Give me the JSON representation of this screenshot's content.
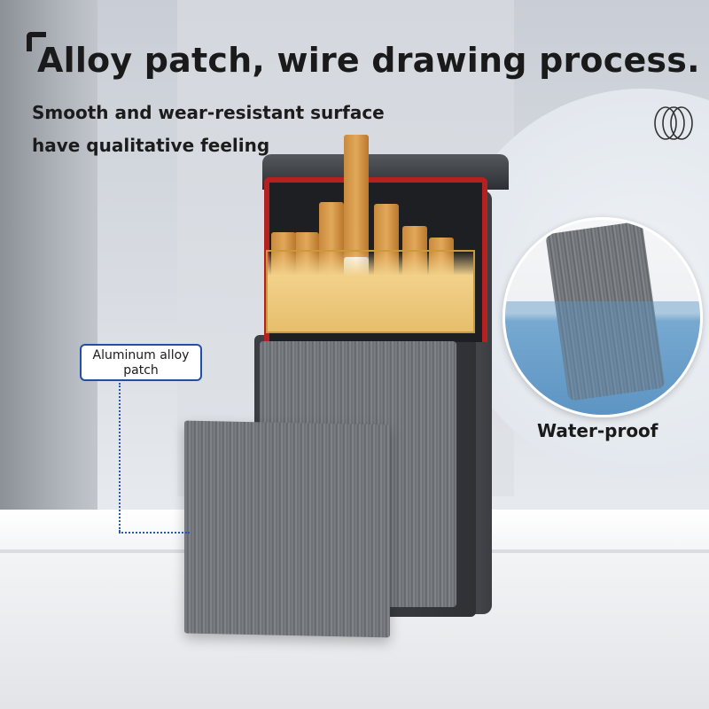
{
  "headline": "Alloy patch, wire drawing process.",
  "subtitle_line1": "Smooth and wear-resistant surface",
  "subtitle_line2": "have qualitative feeling",
  "callout": {
    "line1": "Aluminum alloy",
    "line2": "patch"
  },
  "waterproof_label": "Water-proof",
  "colors": {
    "callout_border": "#1f4fa8",
    "lid_trim": "#b52020",
    "text": "#1a1a1a"
  },
  "icons": {
    "rings": "triple-ring-icon"
  }
}
